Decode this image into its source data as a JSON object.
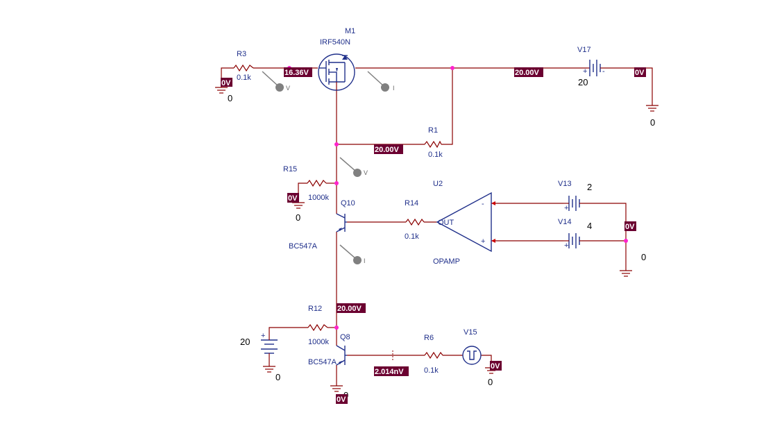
{
  "colors": {
    "wire": "#8b0000",
    "component": "#1f2f8a",
    "voltage_tag_bg": "#6b0030",
    "voltage_tag_text": "#ffffff",
    "junction": "#ff22cc",
    "probe": "#808080"
  },
  "components": {
    "m1": {
      "ref": "M1",
      "part": "IRF540N"
    },
    "r3": {
      "ref": "R3",
      "value": "0.1k"
    },
    "v17": {
      "ref": "V17",
      "value": "20"
    },
    "r1": {
      "ref": "R1",
      "value": "0.1k"
    },
    "r15": {
      "ref": "R15",
      "value": "1000k"
    },
    "q10": {
      "ref": "Q10",
      "part": "BC547A"
    },
    "r14": {
      "ref": "R14",
      "value": "0.1k"
    },
    "u2": {
      "ref": "U2",
      "part": "OPAMP",
      "out_pin": "OUT",
      "minus_pin": "-",
      "plus_pin": "+"
    },
    "v13": {
      "ref": "V13",
      "value": "2"
    },
    "v14": {
      "ref": "V14",
      "value": "4"
    },
    "r12": {
      "ref": "R12",
      "value": "1000k"
    },
    "q8": {
      "ref": "Q8",
      "part": "BC547A"
    },
    "r6": {
      "ref": "R6",
      "value": "0.1k"
    },
    "v15": {
      "ref": "V15"
    },
    "vbat_left": {
      "value": "20"
    }
  },
  "voltage_tags": {
    "r3_left": "0V",
    "gate": "16.36V",
    "v17_plus": "20.00V",
    "v17_minus": "0V",
    "source": "20.00V",
    "r15_left": "0V",
    "opamp_ref": "0V",
    "q10_emitter": "20.00V",
    "q8_base": "2.014nV",
    "v15_right": "0V",
    "q8_emitter": "0V"
  },
  "ground_labels": {
    "g_r3": "0",
    "g_v17": "0",
    "g_r15": "0",
    "g_opamp": "0",
    "g_vbat": "0",
    "g_v15": "0",
    "g_q8": "0"
  },
  "probes": {
    "v_gate": "V",
    "i_drain": "I",
    "v_source": "V",
    "i_q10": "I"
  }
}
